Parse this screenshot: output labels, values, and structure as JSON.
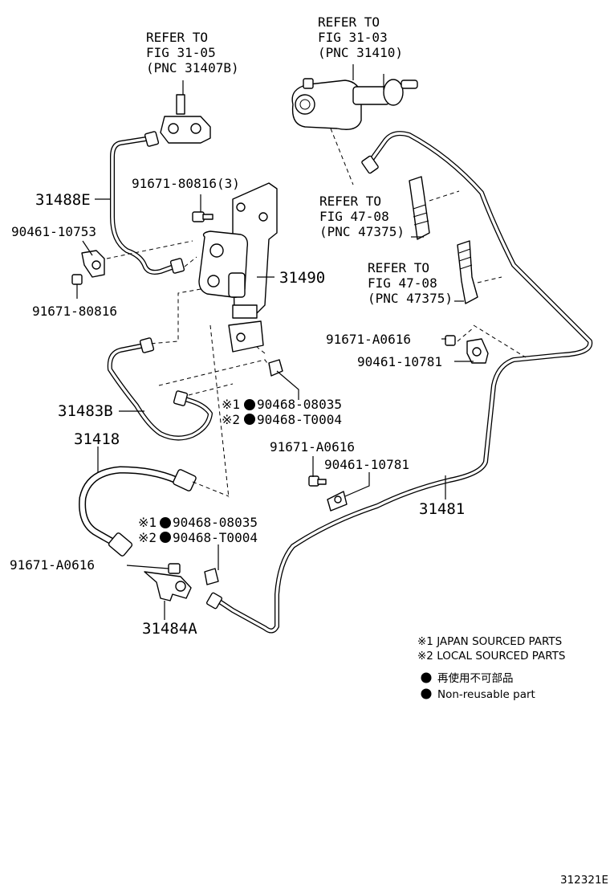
{
  "references": {
    "ref_3105": {
      "line1": "REFER TO",
      "line2": "FIG 31-05",
      "line3": "(PNC 31407B)"
    },
    "ref_3103": {
      "line1": "REFER TO",
      "line2": "FIG 31-03",
      "line3": "(PNC 31410)"
    },
    "ref_4708_a": {
      "line1": "REFER TO",
      "line2": "FIG 47-08",
      "line3": "(PNC 47375)"
    },
    "ref_4708_b": {
      "line1": "REFER TO",
      "line2": "FIG 47-08",
      "line3": "(PNC 47375)"
    }
  },
  "parts": {
    "p31488E": "31488E",
    "p91671_80816_3": "91671-80816(3)",
    "p90461_10753": "90461-10753",
    "p91671_80816": "91671-80816",
    "p31490": "31490",
    "p91671_A0616_right": "91671-A0616",
    "p90461_10781_right": "90461-10781",
    "p31483B": "31483B",
    "p90468_08035_top": "90468-08035",
    "p90468_T0004_top": "90468-T0004",
    "p31418": "31418",
    "p91671_A0616_mid": "91671-A0616",
    "p90461_10781_mid": "90461-10781",
    "p31481": "31481",
    "p90468_08035_bot": "90468-08035",
    "p90468_T0004_bot": "90468-T0004",
    "p91671_A0616_left": "91671-A0616",
    "p31484A": "31484A"
  },
  "markers": {
    "japan": "※1",
    "local": "※2"
  },
  "legend": {
    "japan_sourced": "※1 JAPAN SOURCED PARTS",
    "local_sourced": "※2 LOCAL SOURCED PARTS",
    "non_reusable_jp": "再使用不可部品",
    "non_reusable_en": "Non-reusable part"
  },
  "diagram_id": "312321E"
}
